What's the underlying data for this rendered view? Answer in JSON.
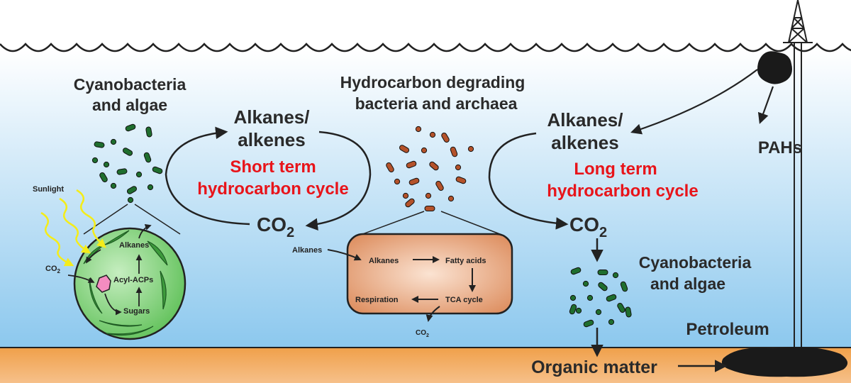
{
  "labels": {
    "cyano_top_1": "Cyanobacteria",
    "cyano_top_2": "and algae",
    "degraders_1": "Hydrocarbon degrading",
    "degraders_2": "bacteria and archaea",
    "alk_left_1": "Alkanes/",
    "alk_left_2": "alkenes",
    "short_term_1": "Short term",
    "short_term_2": "hydrocarbon cycle",
    "co2_left_base": "CO",
    "co2_sub": "2",
    "alk_right_1": "Alkanes/",
    "alk_right_2": "alkenes",
    "long_term_1": "Long term",
    "long_term_2": "hydrocarbon cycle",
    "co2_right_base": "CO",
    "pahs": "PAHs",
    "cyano_bottom_1": "Cyanobacteria",
    "cyano_bottom_2": "and algae",
    "petroleum": "Petroleum",
    "organic_matter": "Organic matter"
  },
  "cell": {
    "sunlight": "Sunlight",
    "co2_base": "CO",
    "alkanes": "Alkanes",
    "acyl_acps": "Acyl-ACPs",
    "sugars": "Sugars"
  },
  "pathway": {
    "alkanes_in": "Alkanes",
    "alkanes": "Alkanes",
    "fatty_acids": "Fatty acids",
    "tca_cycle": "TCA cycle",
    "respiration": "Respiration",
    "co2_base": "CO"
  },
  "colors": {
    "water_top": "#ffffff",
    "water_bottom": "#8cc8ee",
    "sediment": "#f4a548",
    "cell_fill": "#7fcf6f",
    "microbe_green": "#1f6e2e",
    "microbe_brown": "#b4522a",
    "pathway_box": "#d9824f",
    "sunlight": "#f4ec1a",
    "accent_red": "#e8141a",
    "oil": "#1a1a1a"
  }
}
